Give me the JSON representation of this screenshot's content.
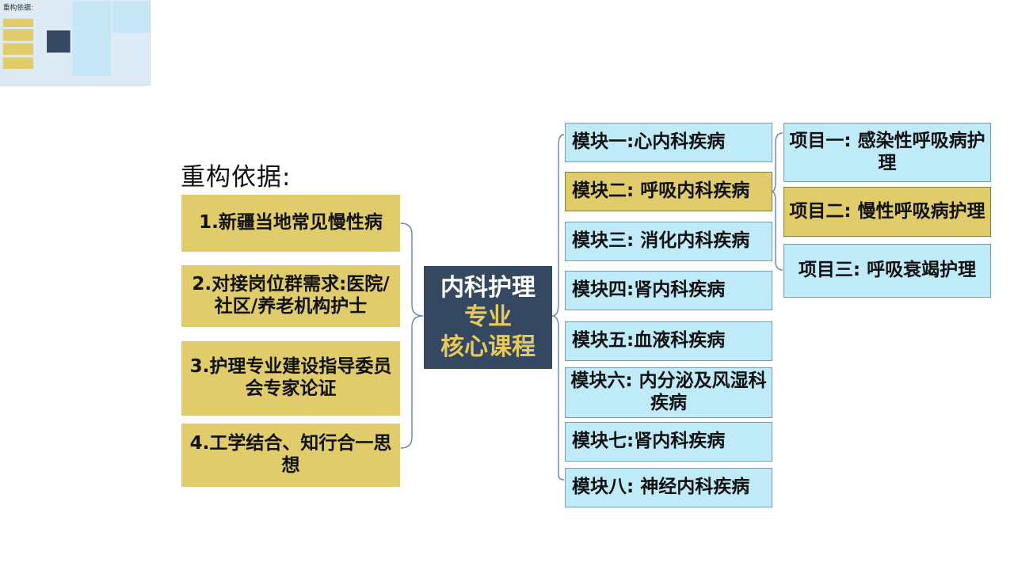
{
  "heading": "重构依据:",
  "basis": [
    "1.新疆当地常见慢性病",
    "2.对接岗位群需求:医院/社区/养老机构护士",
    "3.护理专业建设指导委员会专家论证",
    "4.工学结合、知行合一思想"
  ],
  "center": {
    "line1": "内科护理",
    "line2": "专业",
    "line3": "核心课程"
  },
  "modules": [
    "模块一:心内科疾病",
    "模块二: 呼吸内科疾病",
    "模块三: 消化内科疾病",
    "模块四:肾内科疾病",
    "模块五:血液科疾病",
    "模块六: 内分泌及风湿科疾病",
    "模块七:肾内科疾病",
    "模块八: 神经内科疾病"
  ],
  "projects": [
    "项目一: 感染性呼吸病护理",
    "项目二: 慢性呼吸病护理",
    "项目三: 呼吸衰竭护理"
  ],
  "colors": {
    "gold": "#e1cc6c",
    "navy": "#354862",
    "light_blue": "#bfeaf8"
  }
}
